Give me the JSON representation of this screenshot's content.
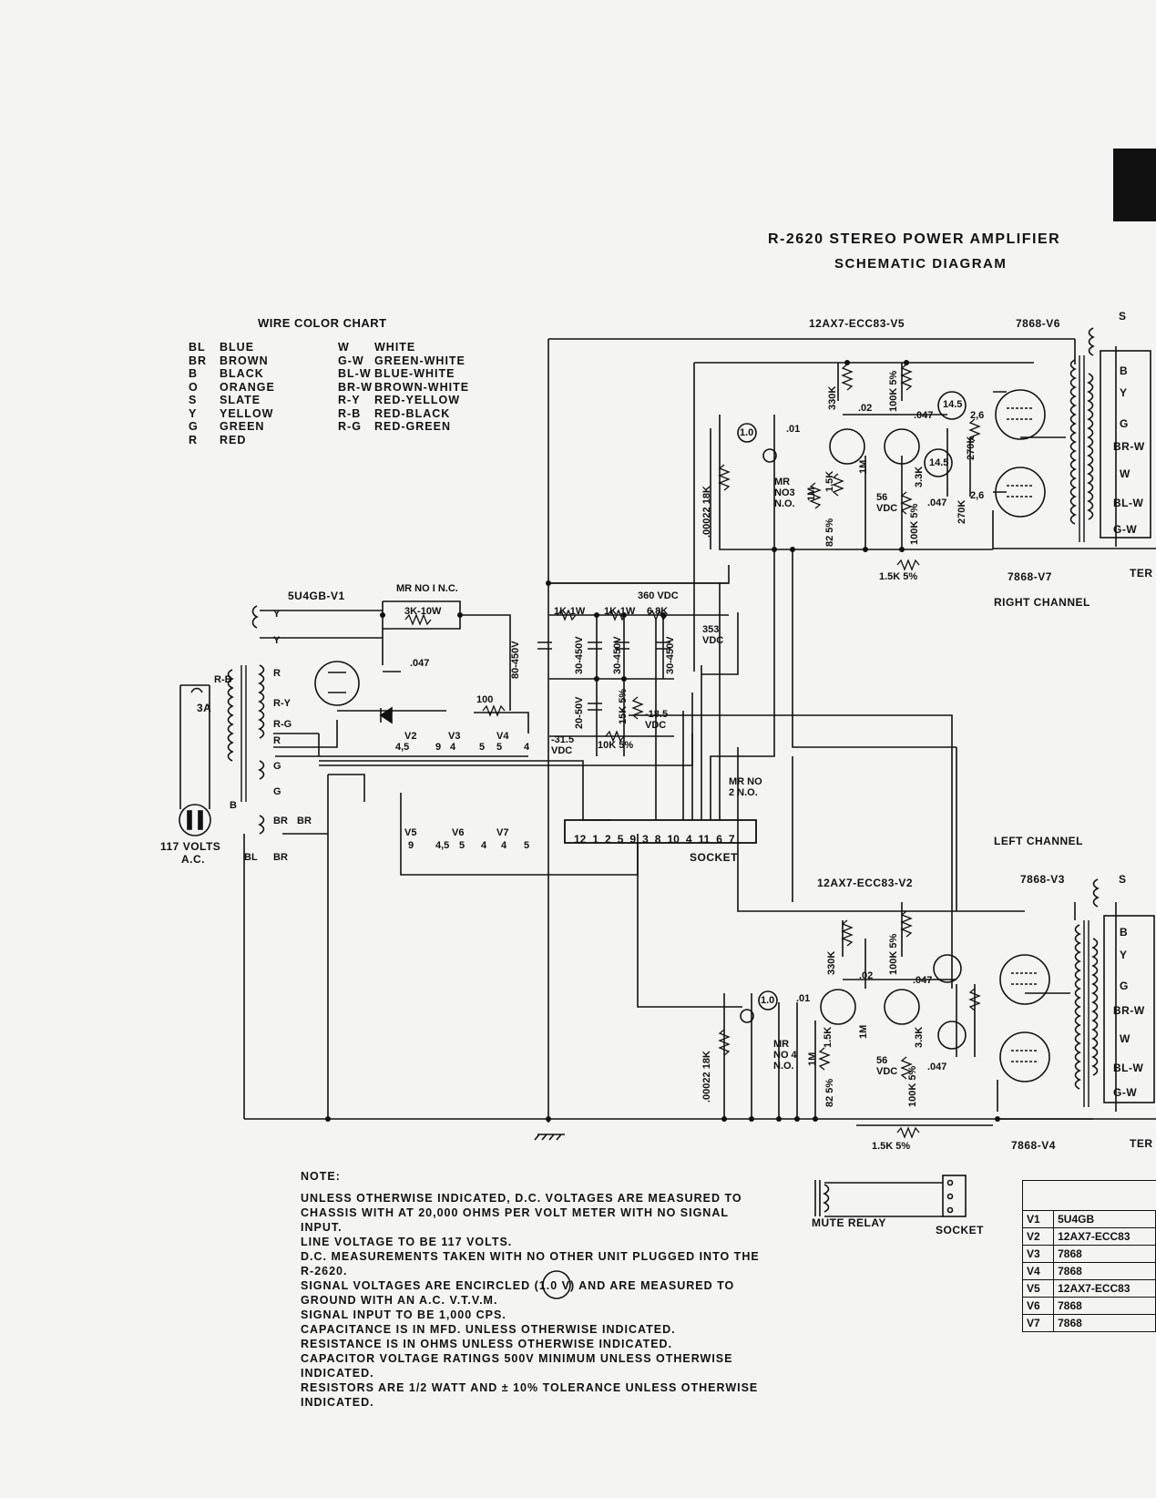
{
  "title": {
    "line1": "R-2620  STEREO  POWER  AMPLIFIER",
    "line2": "SCHEMATIC  DIAGRAM"
  },
  "wire_color_chart": {
    "heading": "WIRE  COLOR  CHART",
    "left": [
      {
        "code": "BL",
        "name": "BLUE"
      },
      {
        "code": "BR",
        "name": "BROWN"
      },
      {
        "code": "B",
        "name": "BLACK"
      },
      {
        "code": "O",
        "name": "ORANGE"
      },
      {
        "code": "S",
        "name": "SLATE"
      },
      {
        "code": "Y",
        "name": "YELLOW"
      },
      {
        "code": "G",
        "name": "GREEN"
      },
      {
        "code": "R",
        "name": "RED"
      }
    ],
    "right": [
      {
        "code": "W",
        "name": "WHITE"
      },
      {
        "code": "G-W",
        "name": "GREEN-WHITE"
      },
      {
        "code": "BL-W",
        "name": "BLUE-WHITE"
      },
      {
        "code": "BR-W",
        "name": "BROWN-WHITE"
      },
      {
        "code": "R-Y",
        "name": "RED-YELLOW"
      },
      {
        "code": "R-B",
        "name": "RED-BLACK"
      },
      {
        "code": "R-G",
        "name": "RED-GREEN"
      }
    ]
  },
  "labels": {
    "v5_top": "12AX7-ECC83-V5",
    "v6": "7868-V6",
    "v7": "7868-V7",
    "right_channel": "RIGHT  CHANNEL",
    "left_channel": "LEFT  CHANNEL",
    "v2": "12AX7-ECC83-V2",
    "v3": "7868-V3",
    "v4": "7868-V4",
    "v1": "5U4GB-V1",
    "mr_no1": "MR NO I N.C.",
    "r_3k": "3K-10W",
    "c_047_ps": ".047",
    "r_100_ps": "100",
    "r_1k_a": "1K-1W",
    "r_1k_b": "1K-1W",
    "r_68k": "6.8K",
    "vdc_360": "360 VDC",
    "vdc_353": "353 VDC",
    "c_80_450": "80-450V",
    "c_20_50": "20-50V",
    "c_30_450a": "30-450V",
    "c_30_450b": "30-450V",
    "c_30_450c": "30-450V",
    "r_15k_5": "15K 5%",
    "vdc_185": "-18.5 VDC",
    "vdc_315": "-31.5 VDC",
    "r_10k_5": "10K 5%",
    "mr_no2": "MR NO 2 N.O.",
    "socket": "SOCKET",
    "volts_117": "117 VOLTS",
    "ac": "A.C.",
    "fuse": "3A",
    "r_330k_top": "330K",
    "c_02_top": ".02",
    "r_100k5_top": "100K 5%",
    "c_047_top": ".047",
    "sig_145_a": "14.5",
    "sig_145_b": "14.5",
    "pins_26_a": "2,6",
    "pins_26_b": "2,6",
    "r_270k_a": "270K",
    "r_270k_b": "270K",
    "sig_10_top": "1.0",
    "c_01_top": ".01",
    "r_18k_top": ".00022 18K",
    "mr_no3": "MR NO3 N.O.",
    "r_15k_top": "1.5K",
    "r_1m_top": "1M",
    "r_1m_top2": "1M",
    "r_825_top": "82 5%",
    "vdc_56_top": "56 VDC",
    "r_33k_top": "3.3K",
    "r_100k5b_top": "100K 5%",
    "c_047b_top": ".047",
    "r_15k5_top": "1.5K 5%",
    "r_330k_bot": "330K",
    "c_02_bot": ".02",
    "r_100k5_bot": "100K 5%",
    "c_047_bot": ".047",
    "sig_10_bot": "1.0",
    "c_01_bot": ".01",
    "r_18k_bot": ".00022 18K",
    "mr_no4": "MR NO 4 N.O.",
    "r_15k_bot": "1.5K",
    "r_1m_bot": "1M",
    "r_1m_bot2": "1M",
    "r_825_bot": "82 5%",
    "vdc_56_bot": "56 VDC",
    "r_33k_bot": "3.3K",
    "r_100k5b_bot": "100K 5%",
    "c_047b_bot": ".047",
    "r_15k5_bot": "1.5K 5%",
    "mute_relay": "MUTE RELAY",
    "socket2": "SOCKET",
    "ter_a": "TER",
    "ter_b": "TER"
  },
  "transformer_taps": [
    "S",
    "B",
    "Y",
    "G",
    "BR-W",
    "W",
    "BL-W",
    "G-W"
  ],
  "power_taps": [
    "Y",
    "Y",
    "R",
    "R-Y",
    "R-G",
    "R",
    "G",
    "G",
    "BR",
    "BR",
    "BL",
    "BR",
    "R-B",
    "B"
  ],
  "socket_pins": [
    "12",
    "1",
    "2",
    "5",
    "9",
    "3",
    "8",
    "10",
    "4",
    "11",
    "6",
    "7"
  ],
  "heater_labels": {
    "v2": "V2",
    "v3": "V3",
    "v4": "V4",
    "v5": "V5",
    "v6": "V6",
    "v7": "V7",
    "p1": "4,5",
    "p2": "9",
    "p3": "4",
    "p4": "5",
    "p5": "5",
    "p6": "4",
    "q1": "9",
    "q2": "4,5",
    "q3": "5",
    "q4": "4",
    "q5": "4",
    "q6": "5"
  },
  "notes": [
    "NOTE:",
    "UNLESS OTHERWISE INDICATED, D.C. VOLTAGES ARE MEASURED TO CHASSIS WITH AT 20,000 OHMS PER VOLT METER WITH NO SIGNAL INPUT.",
    "LINE VOLTAGE TO BE 117 VOLTS.",
    "D.C. MEASUREMENTS TAKEN WITH NO OTHER UNIT PLUGGED INTO THE R-2620.",
    "SIGNAL VOLTAGES ARE ENCIRCLED (1.0 V) AND ARE MEASURED TO GROUND WITH AN A.C. V.T.V.M.",
    "SIGNAL INPUT TO BE 1,000 CPS.",
    "CAPACITANCE IS IN MFD. UNLESS OTHERWISE INDICATED.",
    "RESISTANCE IS IN OHMS UNLESS OTHERWISE INDICATED.",
    "CAPACITOR VOLTAGE RATINGS 500V MINIMUM UNLESS OTHERWISE INDICATED.",
    "RESISTORS ARE 1/2 WATT AND ± 10% TOLERANCE UNLESS OTHERWISE INDICATED."
  ],
  "tube_table": [
    {
      "tube": "V1",
      "type": "5U4GB"
    },
    {
      "tube": "V2",
      "type": "12AX7-ECC83"
    },
    {
      "tube": "V3",
      "type": "7868"
    },
    {
      "tube": "V4",
      "type": "7868"
    },
    {
      "tube": "V5",
      "type": "12AX7-ECC83"
    },
    {
      "tube": "V6",
      "type": "7868"
    },
    {
      "tube": "V7",
      "type": "7868"
    }
  ]
}
